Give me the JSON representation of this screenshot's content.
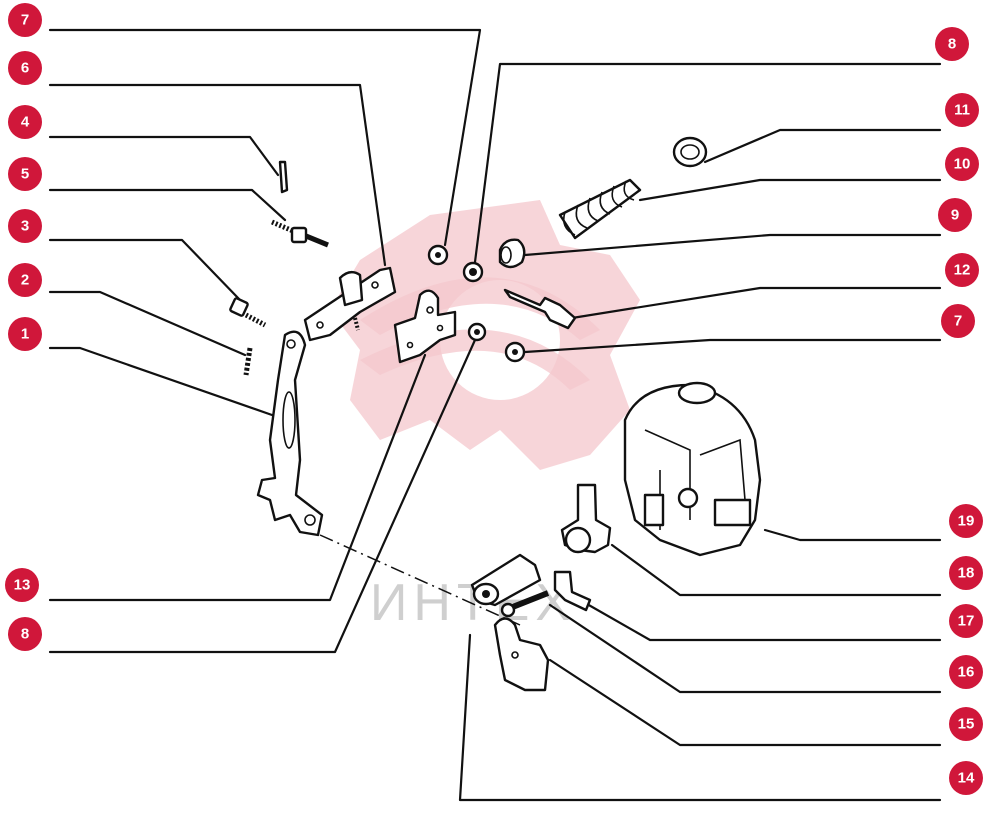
{
  "diagram": {
    "watermark_text": "ИНТЕХ",
    "callouts": [
      {
        "label": "7"
      },
      {
        "label": "6"
      },
      {
        "label": "4"
      },
      {
        "label": "5"
      },
      {
        "label": "3"
      },
      {
        "label": "2"
      },
      {
        "label": "1"
      },
      {
        "label": "13"
      },
      {
        "label": "8"
      },
      {
        "label": "8"
      },
      {
        "label": "11"
      },
      {
        "label": "10"
      },
      {
        "label": "9"
      },
      {
        "label": "12"
      },
      {
        "label": "7"
      },
      {
        "label": "19"
      },
      {
        "label": "18"
      },
      {
        "label": "17"
      },
      {
        "label": "16"
      },
      {
        "label": "15"
      },
      {
        "label": "14"
      }
    ]
  },
  "colors": {
    "callout": "#d0173a",
    "watermark": "#f4c7cc"
  }
}
